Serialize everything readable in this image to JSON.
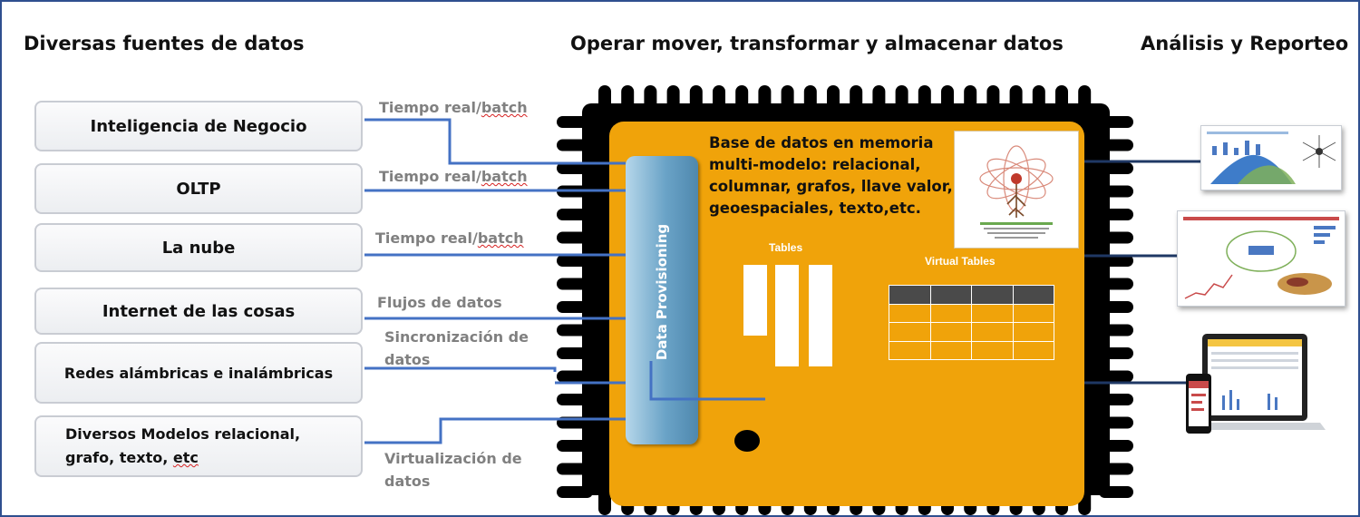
{
  "headers": {
    "sources": "Diversas fuentes de datos",
    "operate": "Operar mover, transformar y almacenar datos",
    "analysis": "Análisis y Reporteo"
  },
  "sources": [
    {
      "label": "Inteligencia de Negocio"
    },
    {
      "label": "OLTP"
    },
    {
      "label": "La nube"
    },
    {
      "label": "Internet de las cosas"
    },
    {
      "label": "Redes alámbricas e inalámbricas"
    },
    {
      "label_line1": "Diversos Modelos relacional,",
      "label_line2_a": "grafo, texto, ",
      "label_line2_b": "etc"
    }
  ],
  "connections": [
    {
      "prefix": "Tiempo real/",
      "underlined": "batch"
    },
    {
      "prefix": "Tiempo real/",
      "underlined": "batch"
    },
    {
      "prefix": "Tiempo real/",
      "underlined": "batch"
    },
    {
      "text": "Flujos de datos"
    },
    {
      "line1": "Sincronización de",
      "line2": "datos"
    },
    {
      "line1": "Virtualización de",
      "line2": "datos"
    }
  ],
  "chip": {
    "data_provisioning": "Data Provisioning",
    "memory_db": [
      "Base de datos en memoria",
      "multi-modelo: relacional,",
      "columnar, grafos, llave valor,",
      "geoespaciales, texto,etc."
    ],
    "tables_label": "Tables",
    "virtual_tables_label": "Virtual Tables"
  },
  "colors": {
    "frame": "#2f4f8f",
    "connector": "#4472c4",
    "chip_core": "#f0a30a",
    "provisioning": "#6aa3c7",
    "output_line": "#1f3864"
  },
  "outputs": [
    {
      "icon": "analytics-dashboard-thumbnail"
    },
    {
      "icon": "report-visualization-thumbnail"
    },
    {
      "icon": "laptop-phone-report-thumbnail"
    }
  ]
}
